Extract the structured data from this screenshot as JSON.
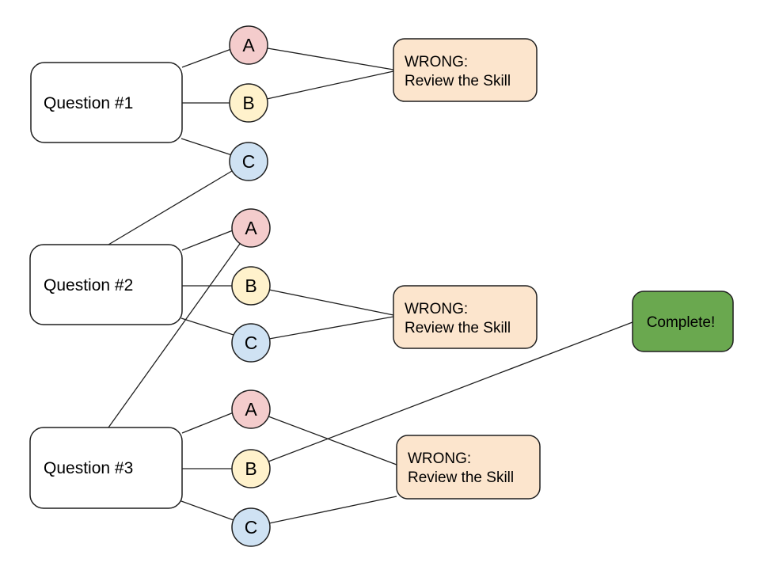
{
  "diagram": {
    "type": "quiz-flowchart",
    "questions": [
      {
        "label": "Question #1",
        "options": [
          "A",
          "B",
          "C"
        ]
      },
      {
        "label": "Question #2",
        "options": [
          "A",
          "B",
          "C"
        ]
      },
      {
        "label": "Question #3",
        "options": [
          "A",
          "B",
          "C"
        ]
      }
    ],
    "wrong_boxes": [
      {
        "line1": "WRONG:",
        "line2": "Review the Skill"
      },
      {
        "line1": "WRONG:",
        "line2": "Review the Skill"
      },
      {
        "line1": "WRONG:",
        "line2": "Review the Skill"
      }
    ],
    "complete": {
      "label": "Complete!"
    },
    "connections": {
      "q1": {
        "wrong_options": [
          "A",
          "B"
        ],
        "correct_option": "C",
        "correct_leads_to": "Question #2"
      },
      "q2": {
        "wrong_options": [
          "B",
          "C"
        ],
        "correct_option": "A",
        "correct_leads_to": "Question #3"
      },
      "q3": {
        "wrong_options": [
          "A",
          "C"
        ],
        "correct_option": "B",
        "correct_leads_to": "Complete!"
      }
    },
    "colors": {
      "question_fill": "#ffffff",
      "option_a_fill": "#f4cccc",
      "option_b_fill": "#fff2cc",
      "option_c_fill": "#cfe2f3",
      "wrong_fill": "#fce5cd",
      "complete_fill": "#6aa84f",
      "stroke": "#1f1f1f",
      "text": "#000000"
    }
  }
}
